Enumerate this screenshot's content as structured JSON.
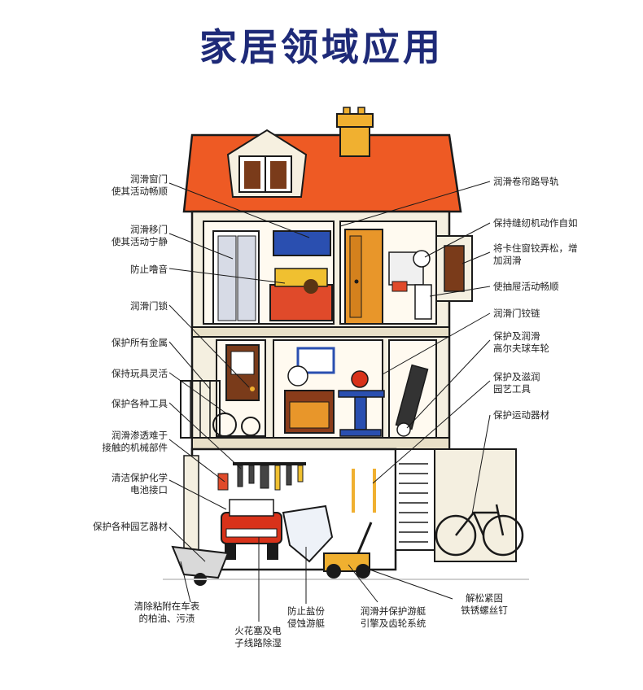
{
  "title": "家居领域应用",
  "colors": {
    "title": "#1e2a78",
    "roof": "#ee5a24",
    "wall": "#f4efe0",
    "outline": "#1a1a1a",
    "chimney": "#f0b030"
  },
  "labels": {
    "left": [
      "润滑窗门\n使其活动畅顺",
      "润滑移门\n使其活动宁静",
      "防止噜音",
      "润滑门锁",
      "保护所有金属",
      "保持玩具灵活",
      "保护各种工具",
      "润滑渗透难于\n接触的机械部件",
      "清洁保护化学\n电池接口",
      "保护各种园艺器材"
    ],
    "right": [
      "润滑卷帘路导轨",
      "保持缝纫机动作自如",
      "将卡住窗铰弄松，增\n加润滑",
      "使抽屉活动畅顺",
      "润滑门铰链",
      "保护及润滑\n高尔夫球车轮",
      "保护及滋润\n园艺工具",
      "保护运动器材"
    ],
    "bottom": [
      "清除粘附在车表\n的柏油、污渍",
      "火花塞及电\n子线路除湿",
      "防止盐份\n侵蚀游艇",
      "润滑并保护游艇\n引擎及齿轮系统",
      "解松紧固\n铁锈螺丝钉"
    ]
  }
}
